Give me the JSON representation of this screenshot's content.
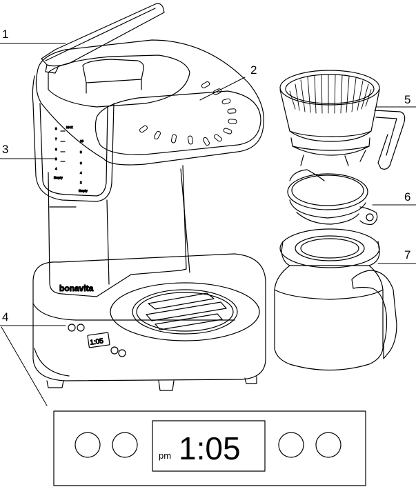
{
  "callouts": [
    {
      "number": "1"
    },
    {
      "number": "2"
    },
    {
      "number": "3"
    },
    {
      "number": "4"
    },
    {
      "number": "5"
    },
    {
      "number": "6"
    },
    {
      "number": "7"
    }
  ],
  "brand": "bonavita",
  "reservoir_markings": {
    "left": [
      "8",
      "7",
      "6",
      "5",
      "4",
      "Empty"
    ],
    "middle_top": "MAX",
    "right": [
      "10",
      "8",
      "6",
      "4",
      "2",
      "Empty"
    ]
  },
  "display": {
    "meridiem": "pm",
    "time": "1:05",
    "small_time": "1:05"
  }
}
